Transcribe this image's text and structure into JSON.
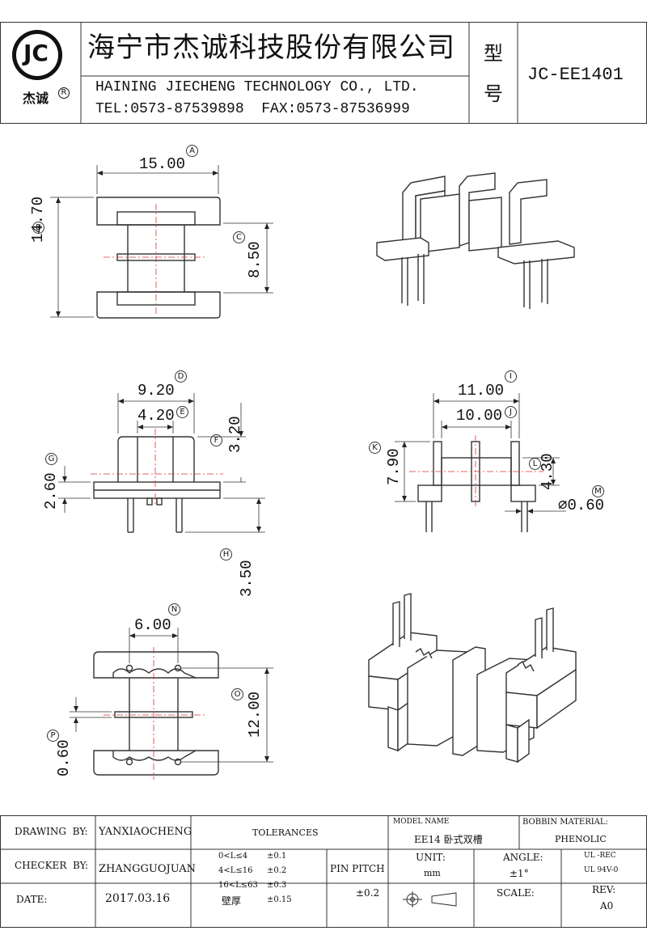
{
  "header": {
    "logo_text": "JC",
    "logo_sub": "杰诚",
    "logo_reg": "R",
    "company_cn": "海宁市杰诚科技股份有限公司",
    "company_en": "HAINING JIECHENG TECHNOLOGY CO., LTD.",
    "contact": "TEL:0573-87539898  FAX:0573-87536999",
    "model_label_1": "型",
    "model_label_2": "号",
    "model_value": "JC-EE1401"
  },
  "dimensions": {
    "A": {
      "letter": "A",
      "value": "15.00"
    },
    "B": {
      "letter": "B",
      "value": "14.70"
    },
    "C": {
      "letter": "C",
      "value": "8.50"
    },
    "D": {
      "letter": "D",
      "value": "9.20"
    },
    "E": {
      "letter": "E",
      "value": "4.20"
    },
    "F": {
      "letter": "F",
      "value": "3.20"
    },
    "G": {
      "letter": "G",
      "value": "2.60"
    },
    "H": {
      "letter": "H",
      "value": "3.50"
    },
    "I": {
      "letter": "I",
      "value": "11.00"
    },
    "J": {
      "letter": "J",
      "value": "10.00"
    },
    "K": {
      "letter": "K",
      "value": "7.90"
    },
    "L": {
      "letter": "L",
      "value": "4.30"
    },
    "M": {
      "letter": "M",
      "value": "⌀0.60"
    },
    "N": {
      "letter": "N",
      "value": "6.00"
    },
    "O": {
      "letter": "O",
      "value": "12.00"
    },
    "P": {
      "letter": "P",
      "value": "0.60"
    }
  },
  "title_block": {
    "drawing_by_label": "DRAWING  BY:",
    "drawing_by_value": "YANXIAOCHENG",
    "checker_by_label": "CHECKER  BY:",
    "checker_by_value": "ZHANGGUOJUAN",
    "date_label": "DATE:",
    "date_value": "2017.03.16",
    "tolerances_label": "TOLERANCES",
    "tol_1_range": "0<L≤4",
    "tol_1_value": "±0.1",
    "tol_2_range": "4<L≤16",
    "tol_2_value": "±0.2",
    "tol_3_range": "16<L≤63",
    "tol_3_value": "±0.3",
    "tol_4_range": "壁厚",
    "tol_4_value": "±0.15",
    "pin_pitch_label": "PIN PITCH",
    "pin_pitch_value": "±0.2",
    "model_name_label": "MODEL NAME",
    "model_name_value": "EE14 卧式双槽",
    "bobbin_material_label": "BOBBIN MATERIAL:",
    "bobbin_material_value": "PHENOLIC",
    "unit_label": "UNIT:",
    "unit_value": "mm",
    "angle_label": "ANGLE:",
    "angle_value": "±1°",
    "ul_1": "UL -REC",
    "ul_2": "UL 94V-0",
    "scale_label": "SCALE:",
    "rev_label": "REV:",
    "rev_value": "A0"
  }
}
